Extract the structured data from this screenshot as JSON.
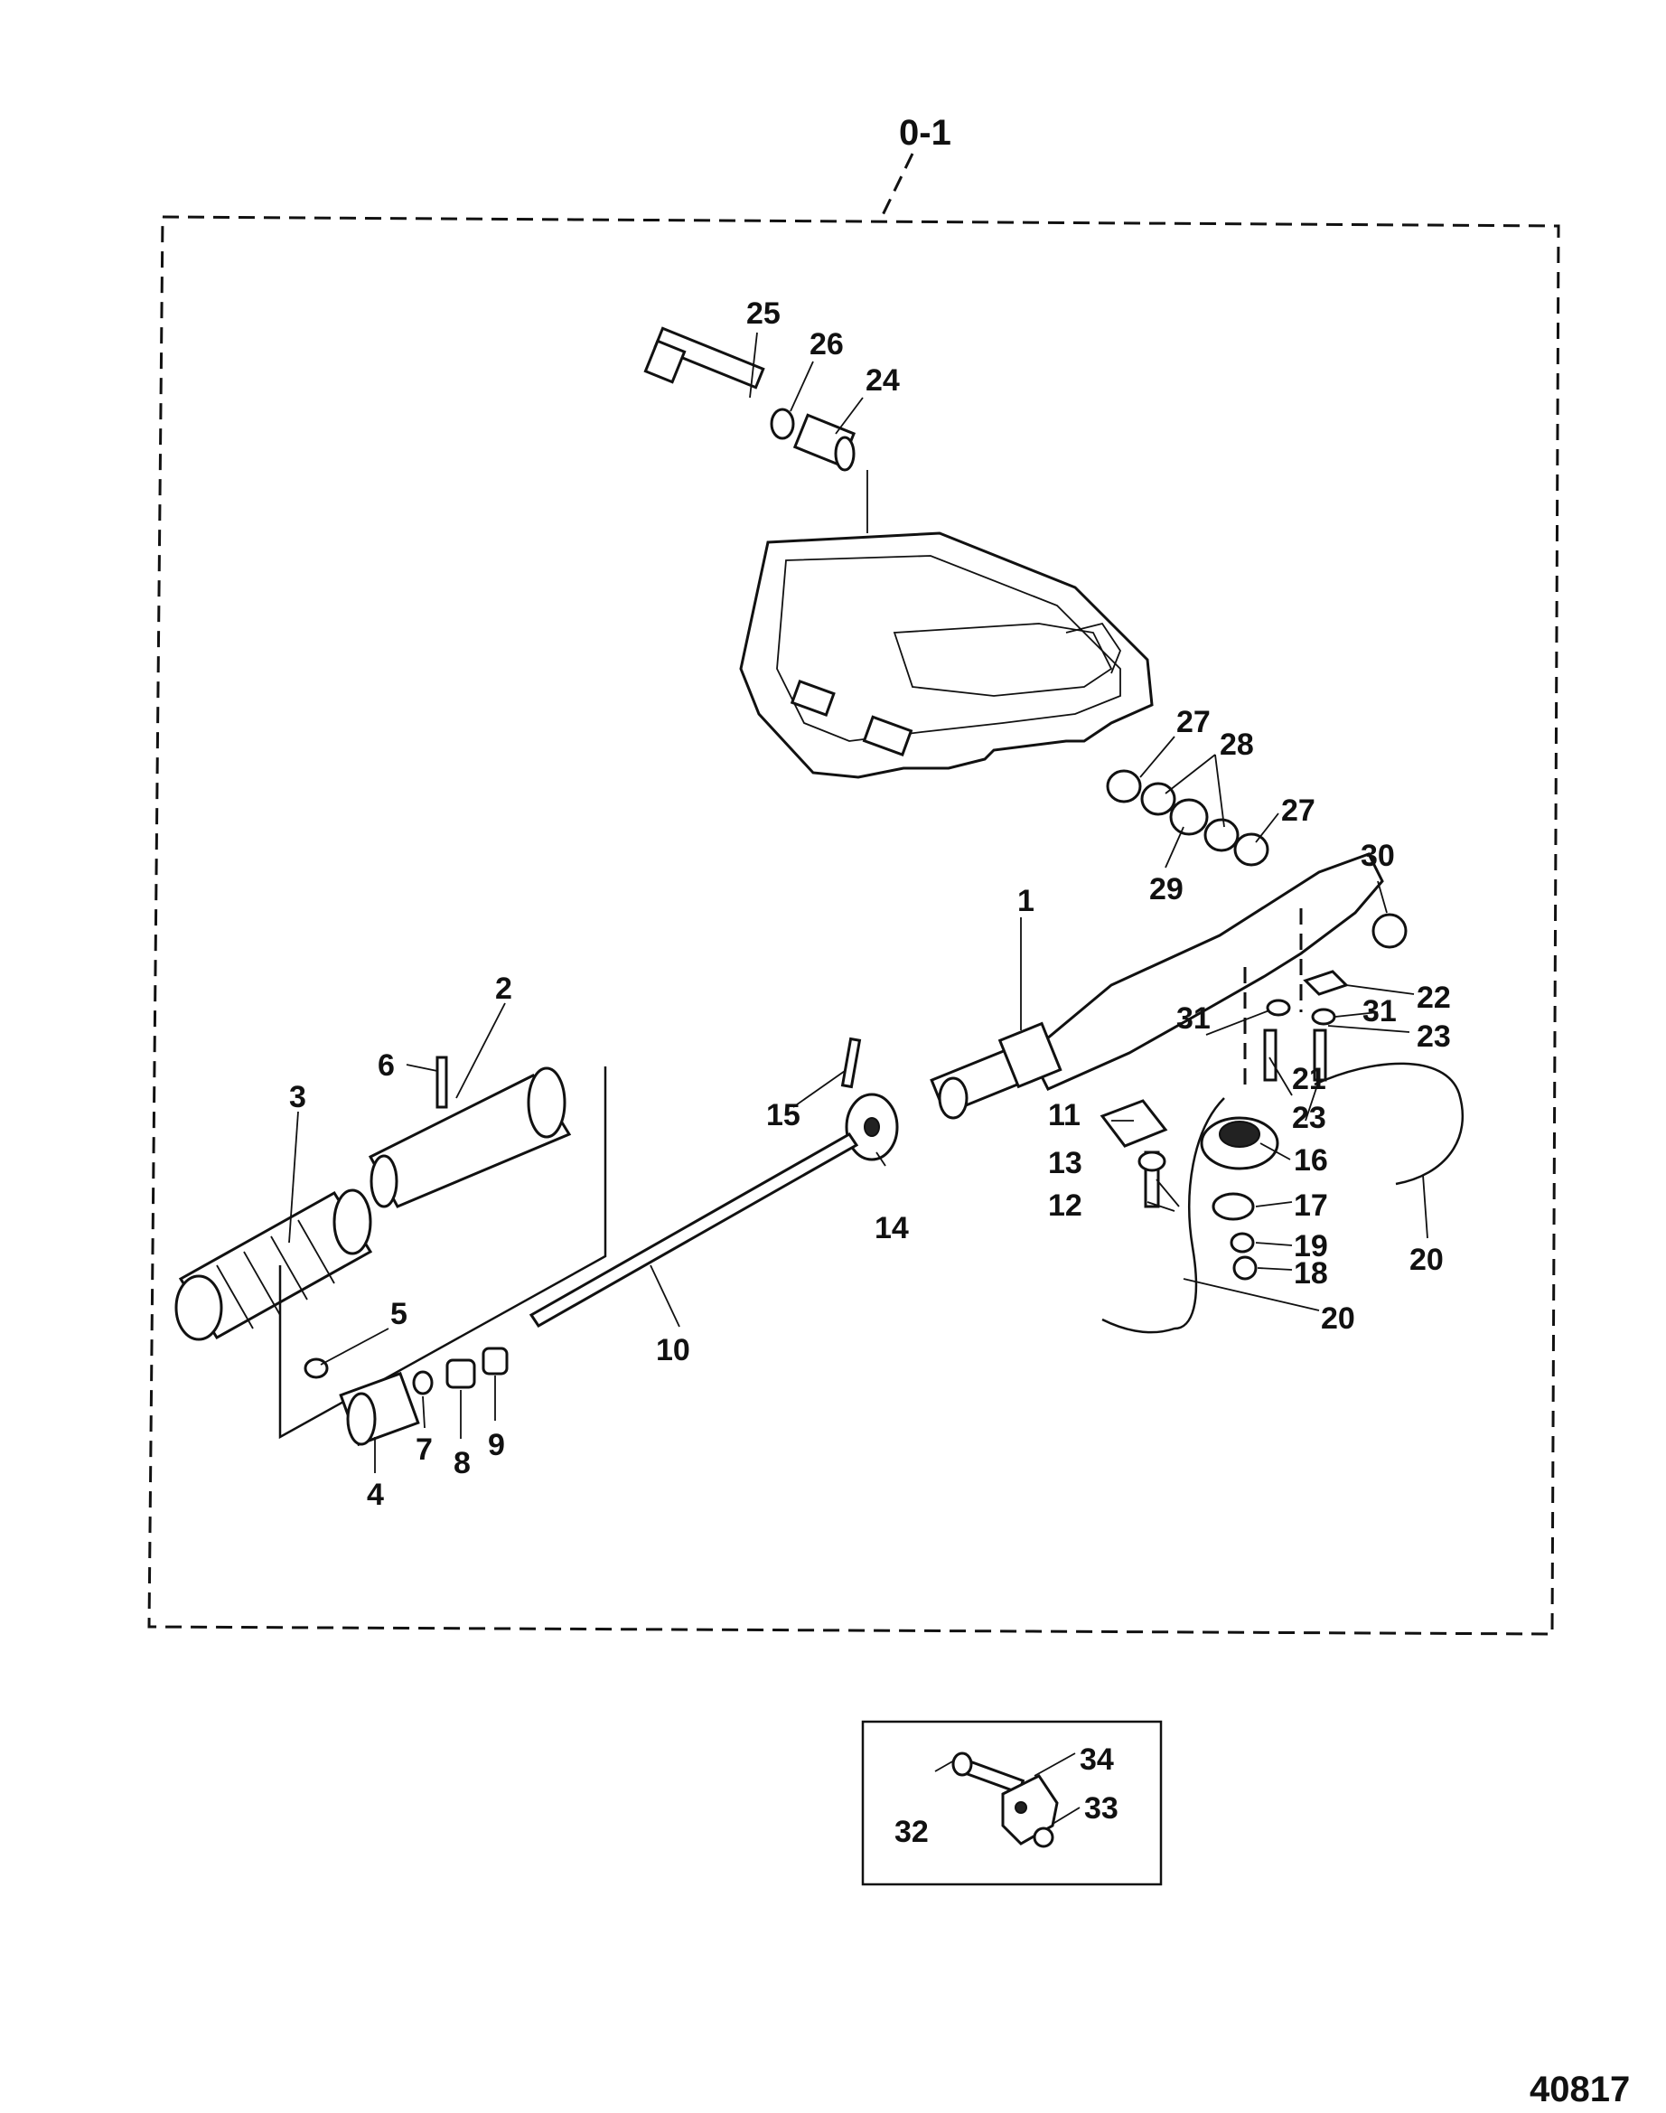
{
  "diagram": {
    "assembly_label": "0-1",
    "drawing_number": "40817",
    "part_labels": [
      "1",
      "2",
      "3",
      "4",
      "5",
      "6",
      "7",
      "8",
      "9",
      "10",
      "11",
      "12",
      "13",
      "14",
      "15",
      "16",
      "17",
      "18",
      "19",
      "20",
      "20",
      "21",
      "22",
      "23",
      "23",
      "24",
      "25",
      "26",
      "27",
      "27",
      "28",
      "29",
      "30",
      "31",
      "31",
      "32",
      "33",
      "34"
    ]
  }
}
